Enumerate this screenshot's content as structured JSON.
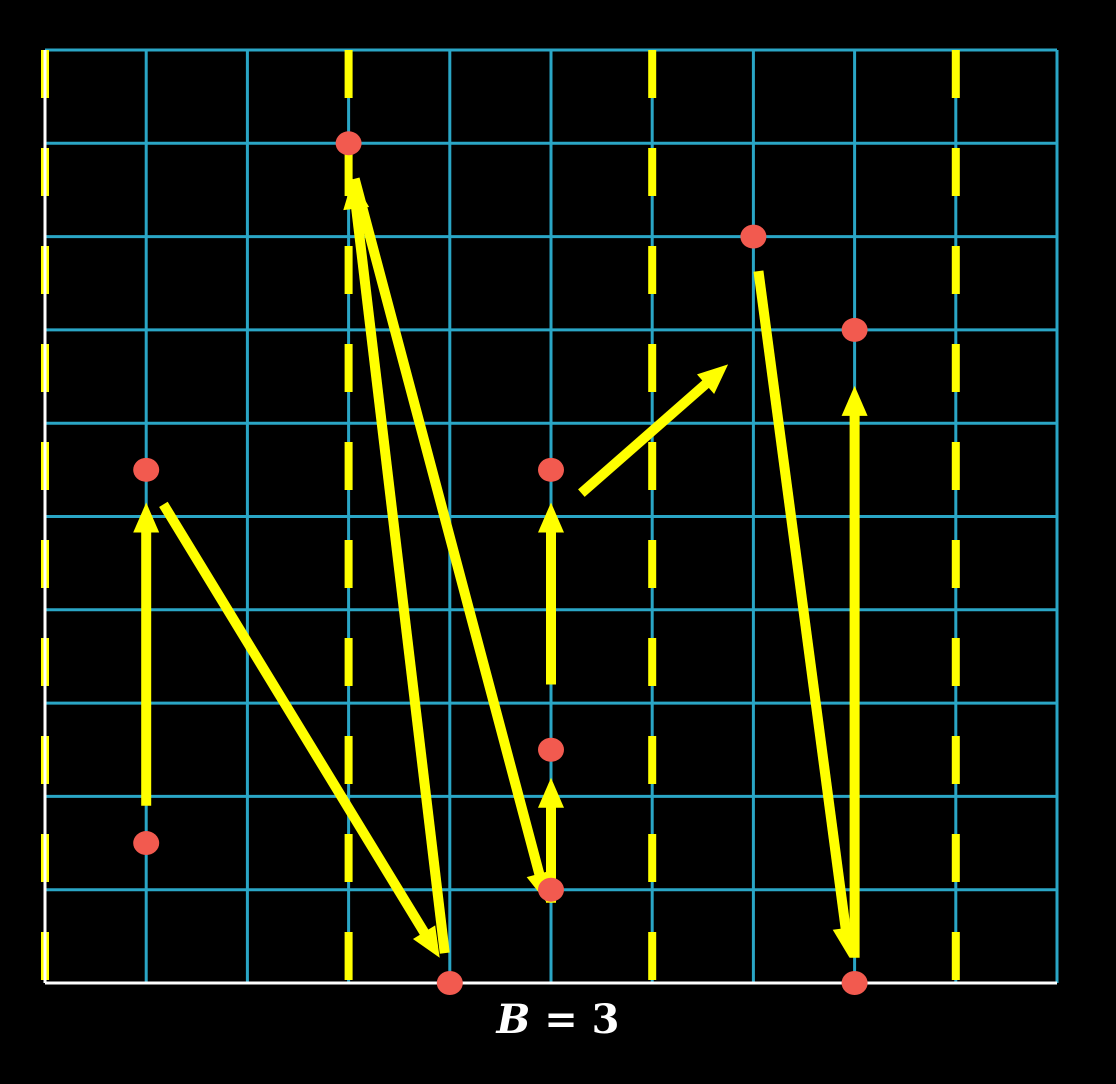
{
  "caption": {
    "variable": "B",
    "operator": "=",
    "value": "3"
  },
  "colors": {
    "background": "#000000",
    "grid": "#2aa6c6",
    "border": "#ffffff",
    "block_boundary": "#ffff00",
    "arrow": "#ffff00",
    "point": "#f25a4f"
  },
  "grid": {
    "columns": 10,
    "rows": 10,
    "block_size": 3
  },
  "points": [
    {
      "col": 1,
      "row": 4.5
    },
    {
      "col": 1,
      "row": 8.5
    },
    {
      "col": 3,
      "row": 1
    },
    {
      "col": 4,
      "row": 10
    },
    {
      "col": 5,
      "row": 4.5
    },
    {
      "col": 5,
      "row": 7.5
    },
    {
      "col": 5,
      "row": 9
    },
    {
      "col": 7,
      "row": 2
    },
    {
      "col": 8,
      "row": 3
    },
    {
      "col": 8,
      "row": 10
    }
  ],
  "arrows": [
    {
      "from": [
        1,
        8.1
      ],
      "to": [
        1,
        4.85
      ]
    },
    {
      "from": [
        1.17,
        4.87
      ],
      "to": [
        3.9,
        9.73
      ]
    },
    {
      "from": [
        3.95,
        9.68
      ],
      "to": [
        3.04,
        1.38
      ]
    },
    {
      "from": [
        3.06,
        1.38
      ],
      "to": [
        4.96,
        9.14
      ]
    },
    {
      "from": [
        5,
        9.14
      ],
      "to": [
        5,
        7.8
      ]
    },
    {
      "from": [
        5,
        6.8
      ],
      "to": [
        5,
        4.85
      ]
    },
    {
      "from": [
        5.3,
        4.75
      ],
      "to": [
        6.75,
        3.37
      ]
    },
    {
      "from": [
        7.05,
        2.37
      ],
      "to": [
        7.95,
        9.73
      ]
    },
    {
      "from": [
        8,
        9.73
      ],
      "to": [
        8,
        3.6
      ]
    }
  ]
}
